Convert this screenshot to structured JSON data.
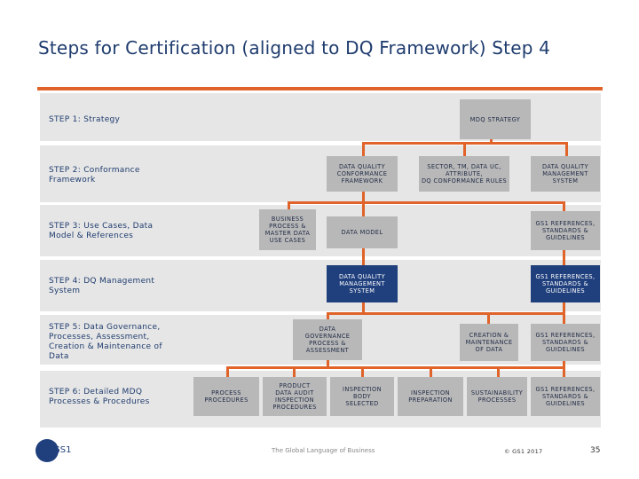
{
  "title": "Steps for Certification (aligned to DQ Framework) Step 4",
  "steps": [
    {
      "label": "STEP 1: Strategy"
    },
    {
      "label": "STEP 2: Conformance\nFramework"
    },
    {
      "label": "STEP 3: Use Cases, Data\nModel & References"
    },
    {
      "label": "STEP 4: DQ Management\nSystem"
    },
    {
      "label": "STEP 5: Data Governance,\nProcesses, Assessment,\nCreation & Maintenance of\nData"
    },
    {
      "label": "STEP 6: Detailed MDQ\nProcesses & Procedures"
    }
  ],
  "boxes": {
    "mdq_strategy": "MDQ STRATEGY",
    "dq_conformance_framework": "DATA QUALITY\nCONFORMANCE\nFRAMEWORK",
    "sector_tm": "SECTOR, TM, DATA UC,\nATTRIBUTE,\nDQ CONFORMANCE RULES",
    "dq_management_system_s2": "DATA QUALITY\nMANAGEMENT\nSYSTEM",
    "business_process": "BUSINESS\nPROCESS &\nMASTER DATA\nUSE CASES",
    "data_model": "DATA MODEL",
    "gs1_refs_s3": "GS1 REFERENCES,\nSTANDARDS &\nGUIDELINES",
    "dq_management_system_s4": "DATA QUALITY\nMANAGEMENT\nSYSTEM",
    "gs1_refs_s4": "GS1 REFERENCES,\nSTANDARDS &\nGUIDELINES",
    "data_governance": "DATA\nGOVERNANCE\nPROCESS &\nASSESSMENT",
    "creation_maintenance": "CREATION &\nMAINTENANCE\nOF DATA",
    "gs1_refs_s5": "GS1 REFERENCES,\nSTANDARDS &\nGUIDELINES",
    "process_procedures": "PROCESS\nPROCEDURES",
    "product_data_audit": "PRODUCT\nDATA AUDIT\nINSPECTION\nPROCEDURES",
    "inspection_body": "INSPECTION\nBODY\nSELECTED",
    "inspection_preparation": "INSPECTION\nPREPARATION",
    "sustainability_processes": "SUSTAINABILITY\nPROCESSES",
    "gs1_refs_s6": "GS1 REFERENCES,\nSTANDARDS &\nGUIDELINES"
  },
  "footer": {
    "logo_text": "GS1",
    "tagline": "The Global Language of Business",
    "copyright": "© GS1 2017",
    "page_number": "35"
  },
  "colors": {
    "accent": "#e0632a",
    "dark_box": "#1f3f7d",
    "light_box": "#b8b8b8",
    "row_bg": "#e6e6e6"
  }
}
